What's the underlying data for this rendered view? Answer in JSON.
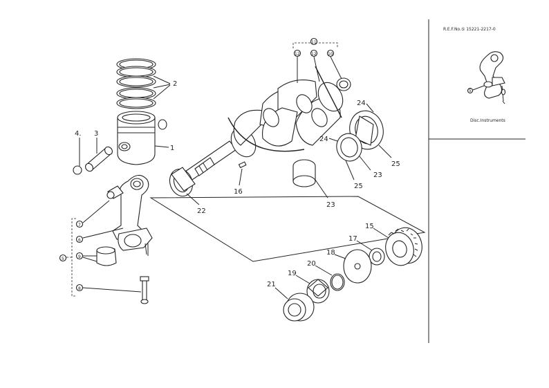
{
  "labels": {
    "l1": "1",
    "l2": "2",
    "l3": "3",
    "l4": "4.",
    "l5": "5",
    "l6": "6",
    "l7": "7",
    "l8": "8",
    "l9": "9",
    "l10": "10",
    "l11": "11",
    "l12": "12",
    "l15": "15",
    "l16": "16",
    "l17": "17",
    "l18": "18",
    "l19": "19",
    "l20": "20",
    "l21": "21",
    "l22": "22",
    "l23a": "23",
    "l23b": "23",
    "l24a": "24",
    "l24b": "24",
    "l25a": "25",
    "l25b": "25"
  },
  "inset": {
    "ref": "R.E.F.No.⑤ 15221-2217-0",
    "callout": "5",
    "caption": "Disc.Instruments"
  }
}
